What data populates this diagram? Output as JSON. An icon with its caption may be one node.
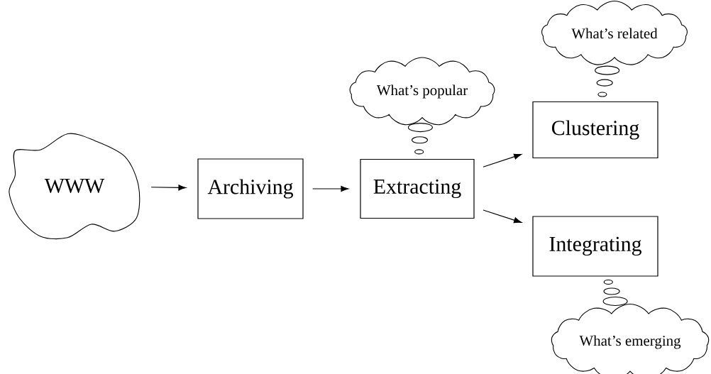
{
  "diagram": {
    "nodes": [
      {
        "text": [
          "WWW"
        ]
      },
      {
        "text": [
          "Archiving"
        ]
      },
      {
        "text": [
          "Extracting"
        ]
      },
      {
        "text": [
          "What’s popular"
        ]
      },
      {
        "text": [
          "Clustering"
        ]
      },
      {
        "text": [
          "What’s related"
        ]
      },
      {
        "text": [
          "Integrating"
        ]
      },
      {
        "text": [
          "What’s emerging"
        ]
      }
    ],
    "edges": [
      {
        "from": 0,
        "to": 1,
        "arrow": "to"
      },
      {
        "from": 1,
        "to": 2,
        "arrow": "to"
      },
      {
        "from": 2,
        "to": 4,
        "arrow": "to"
      },
      {
        "from": 2,
        "to": 6,
        "arrow": "to"
      },
      {
        "from": 3,
        "to": 2,
        "arrow": "none",
        "style": "dashed"
      },
      {
        "from": 5,
        "to": 4,
        "arrow": "none",
        "style": "dashed"
      },
      {
        "from": 7,
        "to": 6,
        "arrow": "none",
        "style": "dashed"
      }
    ]
  }
}
